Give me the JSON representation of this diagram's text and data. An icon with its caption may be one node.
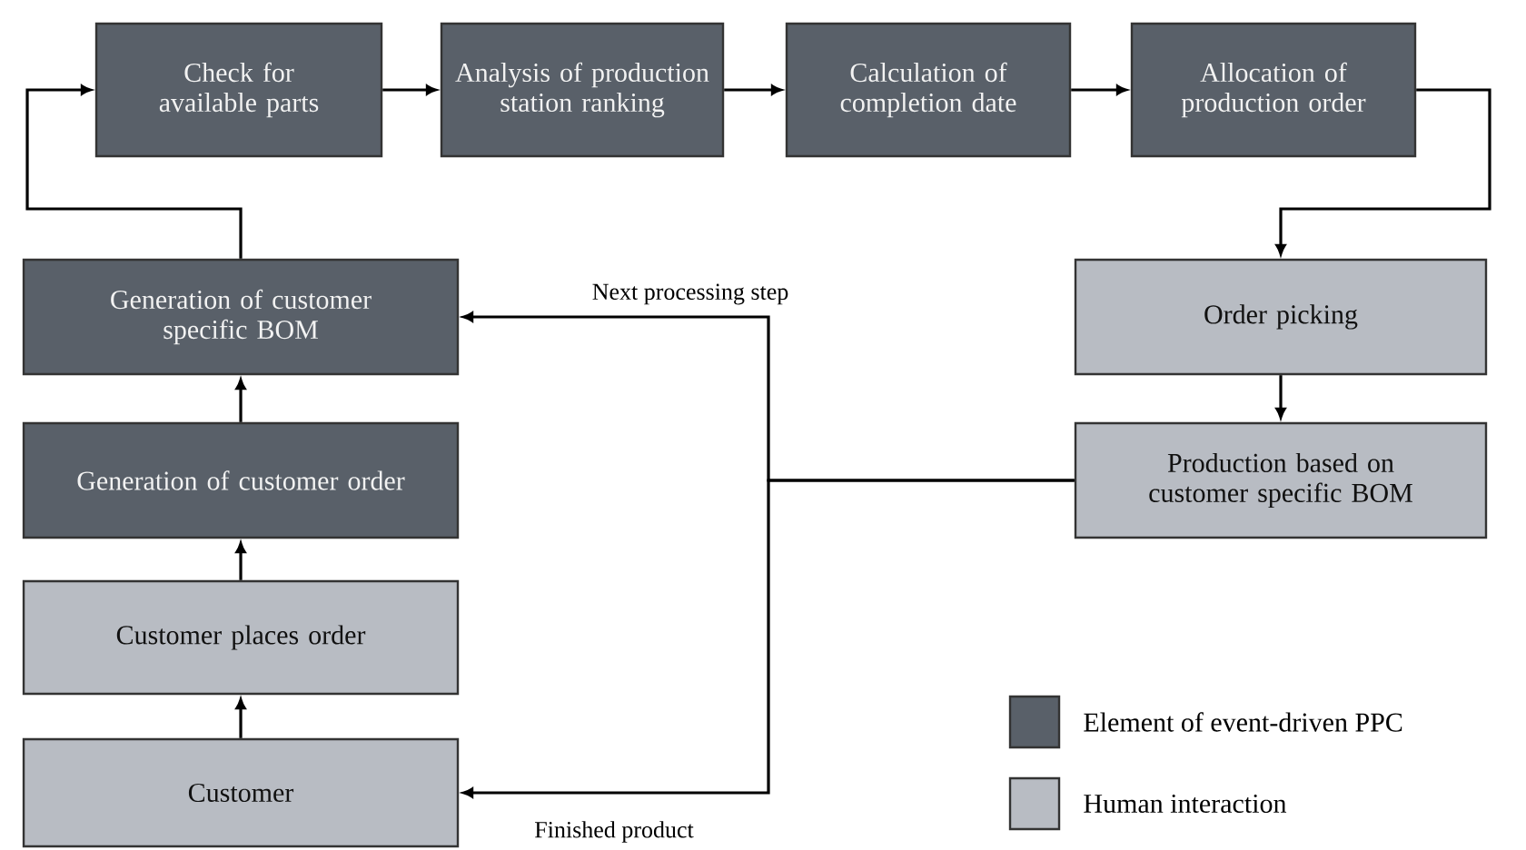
{
  "diagram": {
    "nodes": [
      {
        "text": [
          "Check for available parts"
        ]
      },
      {
        "text": [
          "Analysis of production station ranking"
        ]
      },
      {
        "text": [
          "Calculation of completion date"
        ]
      },
      {
        "text": [
          "Allocation of production order"
        ]
      },
      {
        "text": [
          "Generation of customer specific BOM"
        ]
      },
      {
        "text": [
          "Order picking"
        ]
      },
      {
        "text": [
          "Generation of customer order"
        ]
      },
      {
        "text": [
          "Production based on customer specific BOM"
        ]
      },
      {
        "text": [
          "Customer places order"
        ]
      },
      {
        "text": [
          "Customer"
        ]
      }
    ],
    "edges": [
      {
        "from": 0,
        "to": 1,
        "arrow": "to"
      },
      {
        "from": 1,
        "to": 2,
        "arrow": "to"
      },
      {
        "from": 2,
        "to": 3,
        "arrow": "to"
      },
      {
        "from": 3,
        "to": 5,
        "arrow": "to"
      },
      {
        "from": 5,
        "to": 7,
        "arrow": "to"
      },
      {
        "from": 7,
        "to": 4,
        "arrow": "to",
        "label": "Next processing step"
      },
      {
        "from": 7,
        "to": 9,
        "arrow": "to",
        "label": "Finished product"
      },
      {
        "from": 9,
        "to": 8,
        "arrow": "to"
      },
      {
        "from": 8,
        "to": 6,
        "arrow": "to"
      },
      {
        "from": 6,
        "to": 4,
        "arrow": "to"
      },
      {
        "from": 4,
        "to": 0,
        "arrow": "to"
      }
    ],
    "legend": [
      {
        "text": "Element of event-driven PPC",
        "color": "#596069"
      },
      {
        "text": "Human interaction",
        "color": "#b8bcc3"
      }
    ]
  }
}
